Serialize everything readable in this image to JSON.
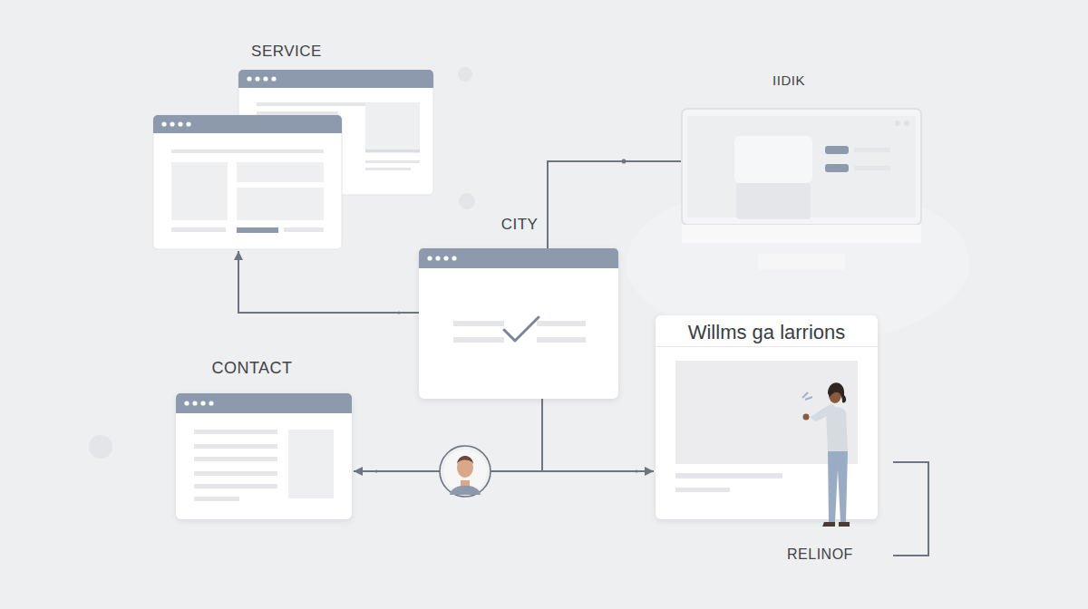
{
  "diagram": {
    "nodes": [
      {
        "text": [
          "SERVICE"
        ]
      },
      {
        "text": [
          "IIDIK"
        ]
      },
      {
        "text": [
          "CITY"
        ]
      },
      {
        "text": [
          "CONTACT"
        ]
      },
      {
        "text": [
          "Willms ga larrions"
        ]
      }
    ],
    "edges": [
      {
        "from": 2,
        "to": 0,
        "arrow": "to"
      },
      {
        "from": 2,
        "to": 1,
        "arrow": "none"
      },
      {
        "from": 2,
        "to": 3,
        "arrow": "to"
      },
      {
        "from": 2,
        "to": 4,
        "arrow": "to"
      }
    ],
    "labels": [
      "RELINOF"
    ]
  }
}
